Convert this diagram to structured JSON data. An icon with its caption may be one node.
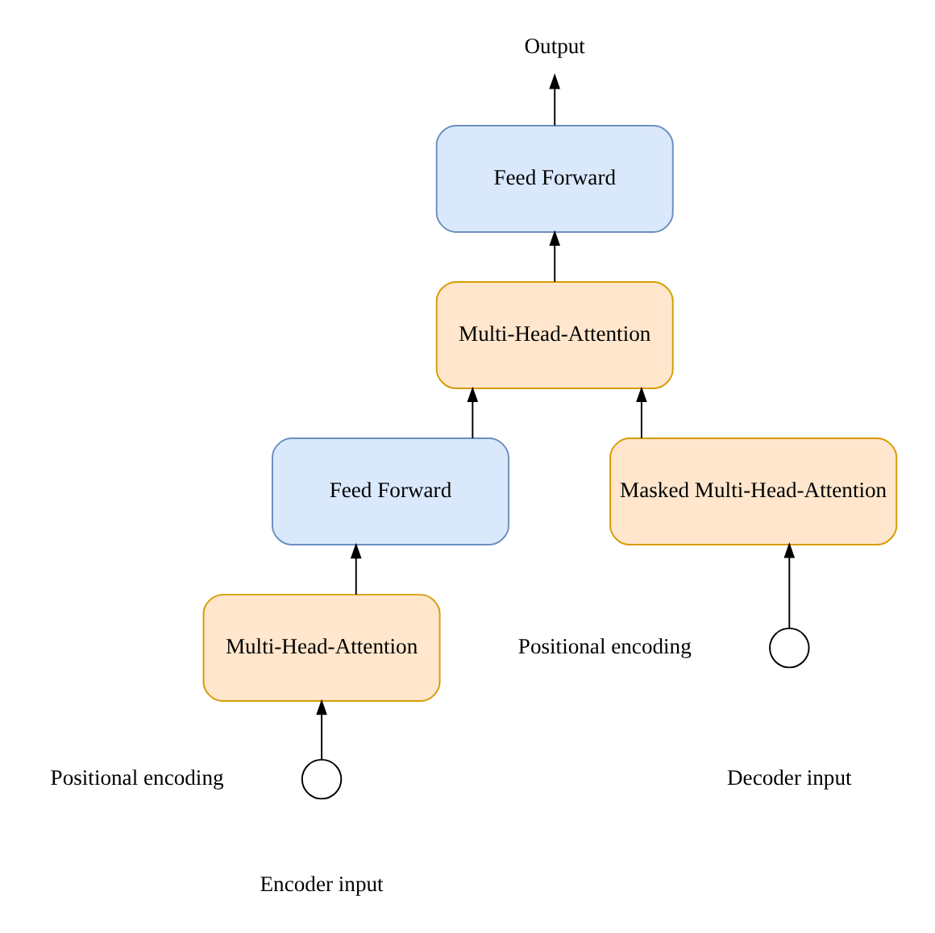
{
  "diagram": {
    "nodes": [
      {
        "text": [
          "Output"
        ]
      },
      {
        "text": [
          "Feed Forward"
        ]
      },
      {
        "text": [
          "Feed Forward"
        ]
      },
      {
        "text": [
          "Multi-Head-Attention"
        ]
      },
      {
        "text": [
          "Multi-Head-Attention"
        ]
      },
      {
        "text": [
          "Masked Multi-Head-Attention"
        ]
      },
      {
        "text": [],
        "shape": "circle"
      },
      {
        "text": [],
        "shape": "circle"
      }
    ],
    "edges": [
      {
        "from": 6,
        "to": 4,
        "arrow": "to"
      },
      {
        "from": 4,
        "to": 2,
        "arrow": "to"
      },
      {
        "from": 2,
        "to": 3,
        "arrow": "to"
      },
      {
        "from": 7,
        "to": 5,
        "arrow": "to"
      },
      {
        "from": 5,
        "to": 3,
        "arrow": "to"
      },
      {
        "from": 3,
        "to": 1,
        "arrow": "to"
      },
      {
        "from": 1,
        "to": 0,
        "arrow": "to"
      }
    ],
    "labels": [
      "Positional encoding",
      "Positional encoding",
      "Encoder input",
      "Decoder input"
    ]
  }
}
